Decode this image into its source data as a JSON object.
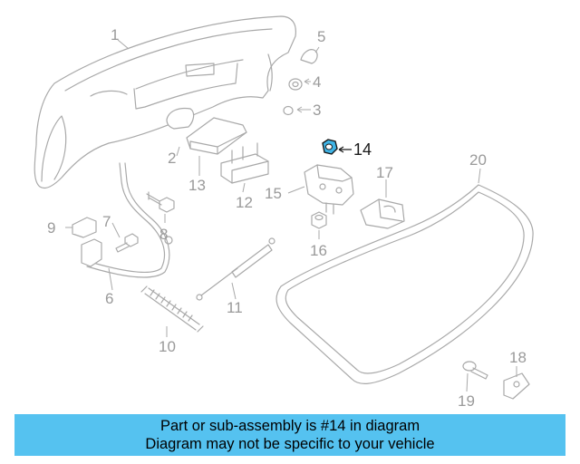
{
  "diagram": {
    "highlighted_part": "14",
    "highlight_color": "#3fb4e6",
    "callouts": [
      {
        "label": "1"
      },
      {
        "label": "2"
      },
      {
        "label": "3"
      },
      {
        "label": "4"
      },
      {
        "label": "5"
      },
      {
        "label": "6"
      },
      {
        "label": "7"
      },
      {
        "label": "8"
      },
      {
        "label": "9"
      },
      {
        "label": "10"
      },
      {
        "label": "11"
      },
      {
        "label": "12"
      },
      {
        "label": "13"
      },
      {
        "label": "14"
      },
      {
        "label": "15"
      },
      {
        "label": "16"
      },
      {
        "label": "17"
      },
      {
        "label": "18"
      },
      {
        "label": "19"
      },
      {
        "label": "20"
      }
    ]
  },
  "banner": {
    "line1": "Part or sub-assembly is #14 in diagram",
    "line2": "Diagram may not be specific to your vehicle",
    "background": "#55c2f0"
  }
}
